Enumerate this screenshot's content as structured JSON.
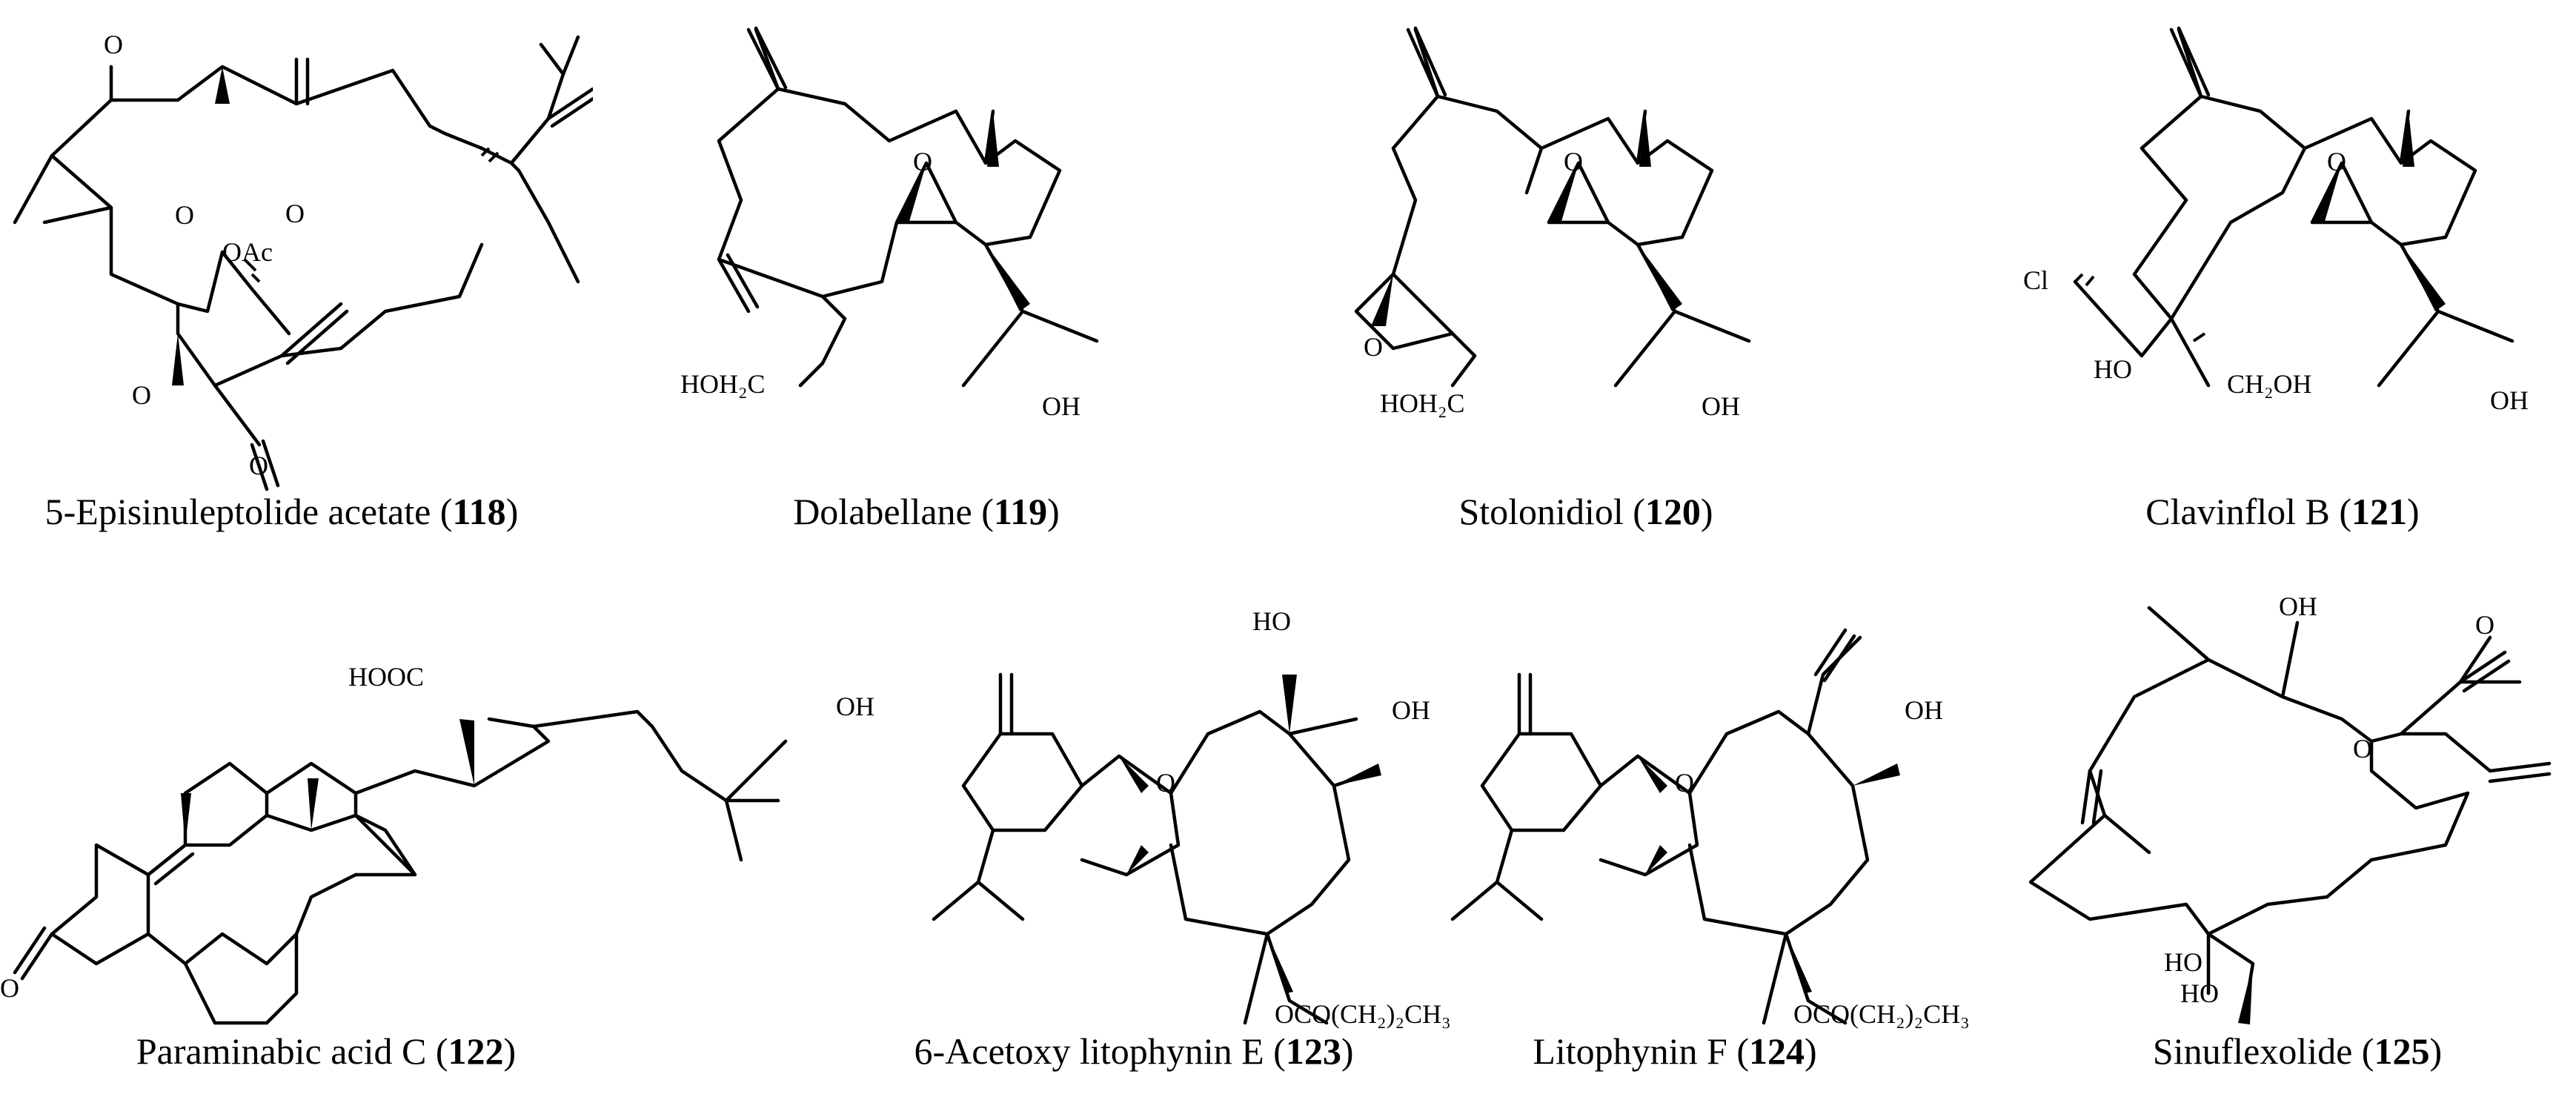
{
  "figure": {
    "compounds": [
      {
        "name": "5-Episinuleptolide acetate (",
        "number": "118",
        "close": ")",
        "labels": {
          "o1": "O",
          "o2": "O",
          "o3": "O",
          "o4": "O",
          "o5": "O",
          "oac": "OAc"
        }
      },
      {
        "name": "Dolabellane (",
        "number": "119",
        "close": ")",
        "labels": {
          "o1": "O",
          "hoh2c": "HOH₂C",
          "oh": "OH"
        }
      },
      {
        "name": "Stolonidiol (",
        "number": "120",
        "close": ")",
        "labels": {
          "o1": "O",
          "o2": "O",
          "hoh2c": "HOH₂C",
          "oh": "OH"
        }
      },
      {
        "name": "Clavinflol B (",
        "number": "121",
        "close": ")",
        "labels": {
          "o1": "O",
          "cl": "Cl",
          "ho": "HO",
          "ch2oh": "CH₂OH",
          "oh": "OH"
        }
      },
      {
        "name": "Paraminabic acid C (",
        "number": "122",
        "close": ")",
        "labels": {
          "hooc": "HOOC",
          "oh": "OH",
          "o1": "O"
        }
      },
      {
        "name": "6-Acetoxy litophynin E (",
        "number": "123",
        "close": ")",
        "labels": {
          "ho": "HO",
          "oh": "OH",
          "o1": "O",
          "oco": "OCO(CH₂)₂CH₃"
        }
      },
      {
        "name": "Litophynin F (",
        "number": "124",
        "close": ")",
        "labels": {
          "oh": "OH",
          "o1": "O",
          "oco": "OCO(CH₂)₂CH₃"
        }
      },
      {
        "name": "Sinuflexolide (",
        "number": "125",
        "close": ")",
        "labels": {
          "oh": "OH",
          "o1": "O",
          "o2": "O",
          "ho1": "HO",
          "ho2": "HO"
        }
      }
    ]
  }
}
